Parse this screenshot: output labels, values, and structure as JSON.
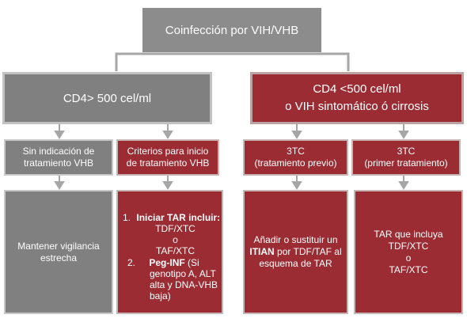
{
  "root": {
    "label": "Coinfección por VIH/VHB"
  },
  "left": {
    "label": "CD4> 500 cel/ml",
    "sin": {
      "line1": "Sin indicación de",
      "line2": "tratamiento VHB"
    },
    "criterios": {
      "line1": "Criterios para inicio",
      "line2": "de tratamiento VHB"
    },
    "vigilancia": {
      "line1": "Mantener vigilancia",
      "line2": "estrecha"
    },
    "iniciar": {
      "item1_num": "1.",
      "item1_bold": "Iniciar TAR incluir:",
      "opt1": "TDF/XTC",
      "o": "o",
      "opt2": "TAF/XTC",
      "item2_num": "2.",
      "item2_bold": "Peg-INF",
      "item2_rest1": " (Si",
      "item2_rest2": "genotipo A, ALT",
      "item2_rest3": "alta y DNA-VHB",
      "item2_rest4": "baja)"
    }
  },
  "right": {
    "line1": "CD4 <500 cel/ml",
    "line2": "o VIH sintomático ó cirrosis",
    "previo": {
      "line1": "3TC",
      "line2": "(tratamiento previo)"
    },
    "primer": {
      "line1": "3TC",
      "line2": "(primer tratamiento)"
    },
    "anadir": {
      "line1": "Añadir o sustituir un",
      "bold": "ITIAN",
      "line2_rest": " por TDF/TAF al",
      "line3": "esquema de TAR"
    },
    "tar": {
      "line1": "TAR que incluya",
      "line2": "TDF/XTC",
      "o": "o",
      "line3": "TAF/XTC"
    }
  },
  "colors": {
    "gray": "#808080",
    "red": "#9b2c33",
    "connector": "#a6a6a6"
  }
}
